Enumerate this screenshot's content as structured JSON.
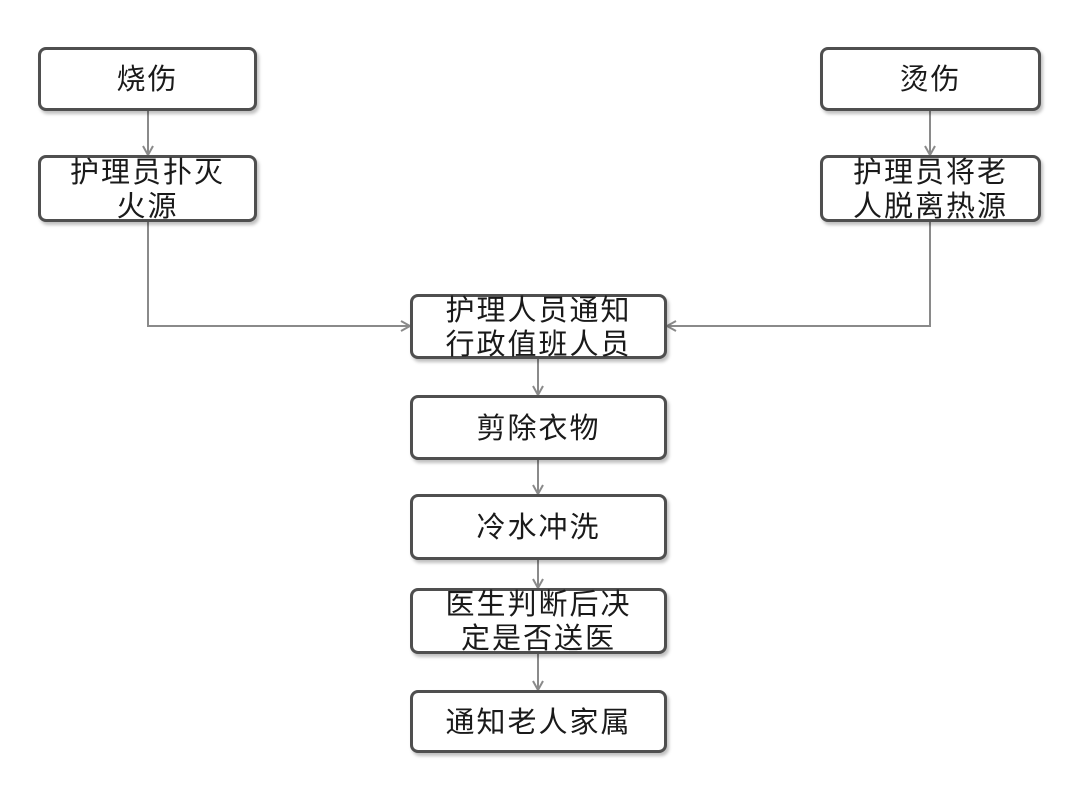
{
  "nodes": {
    "burn": "烧伤",
    "burn_action": "护理员扑灭\n火源",
    "scald": "烫伤",
    "scald_action": "护理员将老\n人脱离热源",
    "notify_admin": "护理人员通知\n行政值班人员",
    "cut_clothes": "剪除衣物",
    "cold_rinse": "冷水冲洗",
    "doctor_decide": "医生判断后决\n定是否送医",
    "notify_family": "通知老人家属"
  },
  "colors": {
    "box_border": "#4f4f4f",
    "connector": "#8a8a8a",
    "text": "#1a1a1a"
  }
}
